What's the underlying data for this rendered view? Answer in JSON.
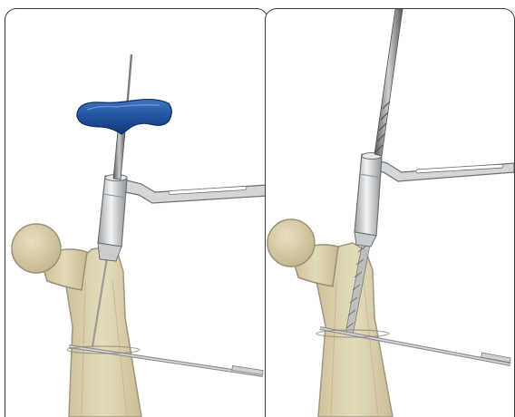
{
  "figure": {
    "panels": [
      {
        "id": "left",
        "instrument": "t-handle-guide-wire-insertion",
        "handle_color": "#1f4f9a"
      },
      {
        "id": "right",
        "instrument": "threaded-guide-wire"
      }
    ],
    "colors": {
      "bone_fill": "#d9cfa8",
      "bone_stroke": "#9b917a",
      "sleeve_fill": "#d3d5d7",
      "metal_dark": "#6d7073",
      "panel_border": "#3a3a3a",
      "handle_blue": "#1f4f9a"
    }
  }
}
